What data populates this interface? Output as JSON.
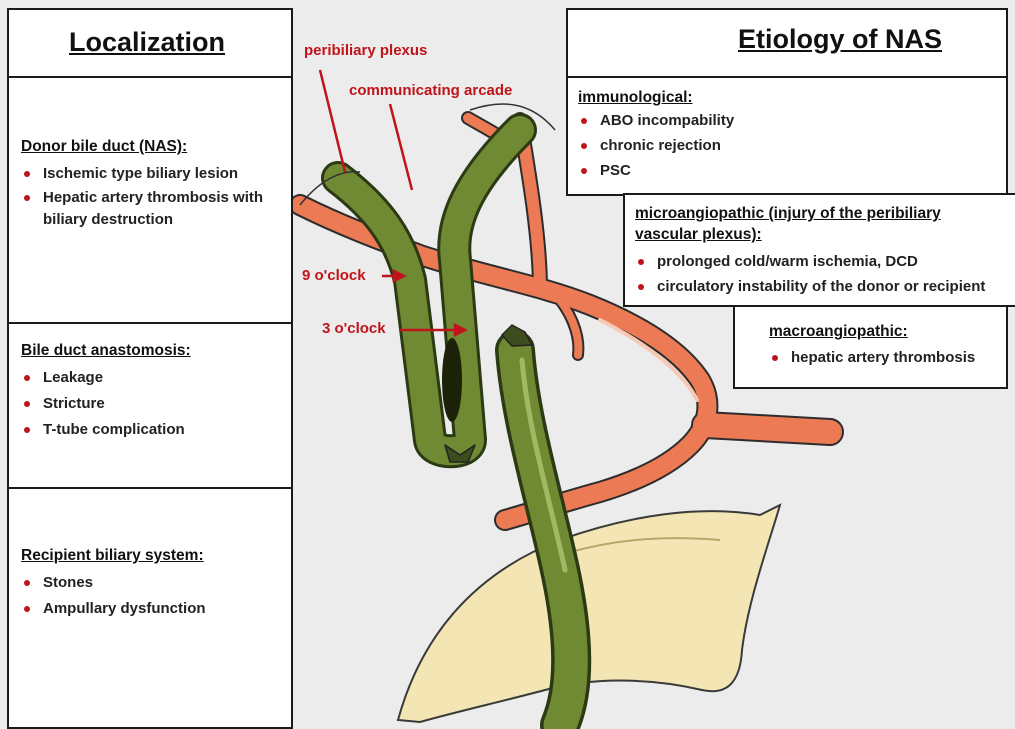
{
  "localization": {
    "title": "Localization",
    "sections": [
      {
        "heading": "Donor bile duct (NAS):",
        "items": [
          "Ischemic type biliary lesion",
          "Hepatic artery thrombosis with biliary destruction"
        ]
      },
      {
        "heading": "Bile duct anastomosis:",
        "items": [
          "Leakage",
          "Stricture",
          "T-tube complication"
        ]
      },
      {
        "heading": "Recipient biliary system:",
        "items": [
          "Stones",
          "Ampullary dysfunction"
        ]
      }
    ]
  },
  "etiology": {
    "title": "Etiology of NAS",
    "immunological": {
      "heading": "immunological:",
      "items": [
        "ABO incompability",
        "chronic rejection",
        "PSC"
      ]
    },
    "microangiopathic": {
      "heading": "microangiopathic (injury of the peribiliary vascular plexus):",
      "items": [
        "prolonged cold/warm ischemia, DCD",
        "circulatory instability of the donor or recipient"
      ]
    },
    "macroangiopathic": {
      "heading": "macroangiopathic:",
      "items": [
        "hepatic artery thrombosis"
      ]
    }
  },
  "labels": {
    "peribiliary_plexus": "peribiliary plexus",
    "communicating_arcade": "communicating arcade",
    "nine_oclock": "9 o'clock",
    "three_oclock": "3 o'clock"
  },
  "colors": {
    "artery": "#ec7a55",
    "bile_duct": "#6f8a32",
    "duodenum": "#f3e6b4",
    "label_red": "#c0131a"
  }
}
